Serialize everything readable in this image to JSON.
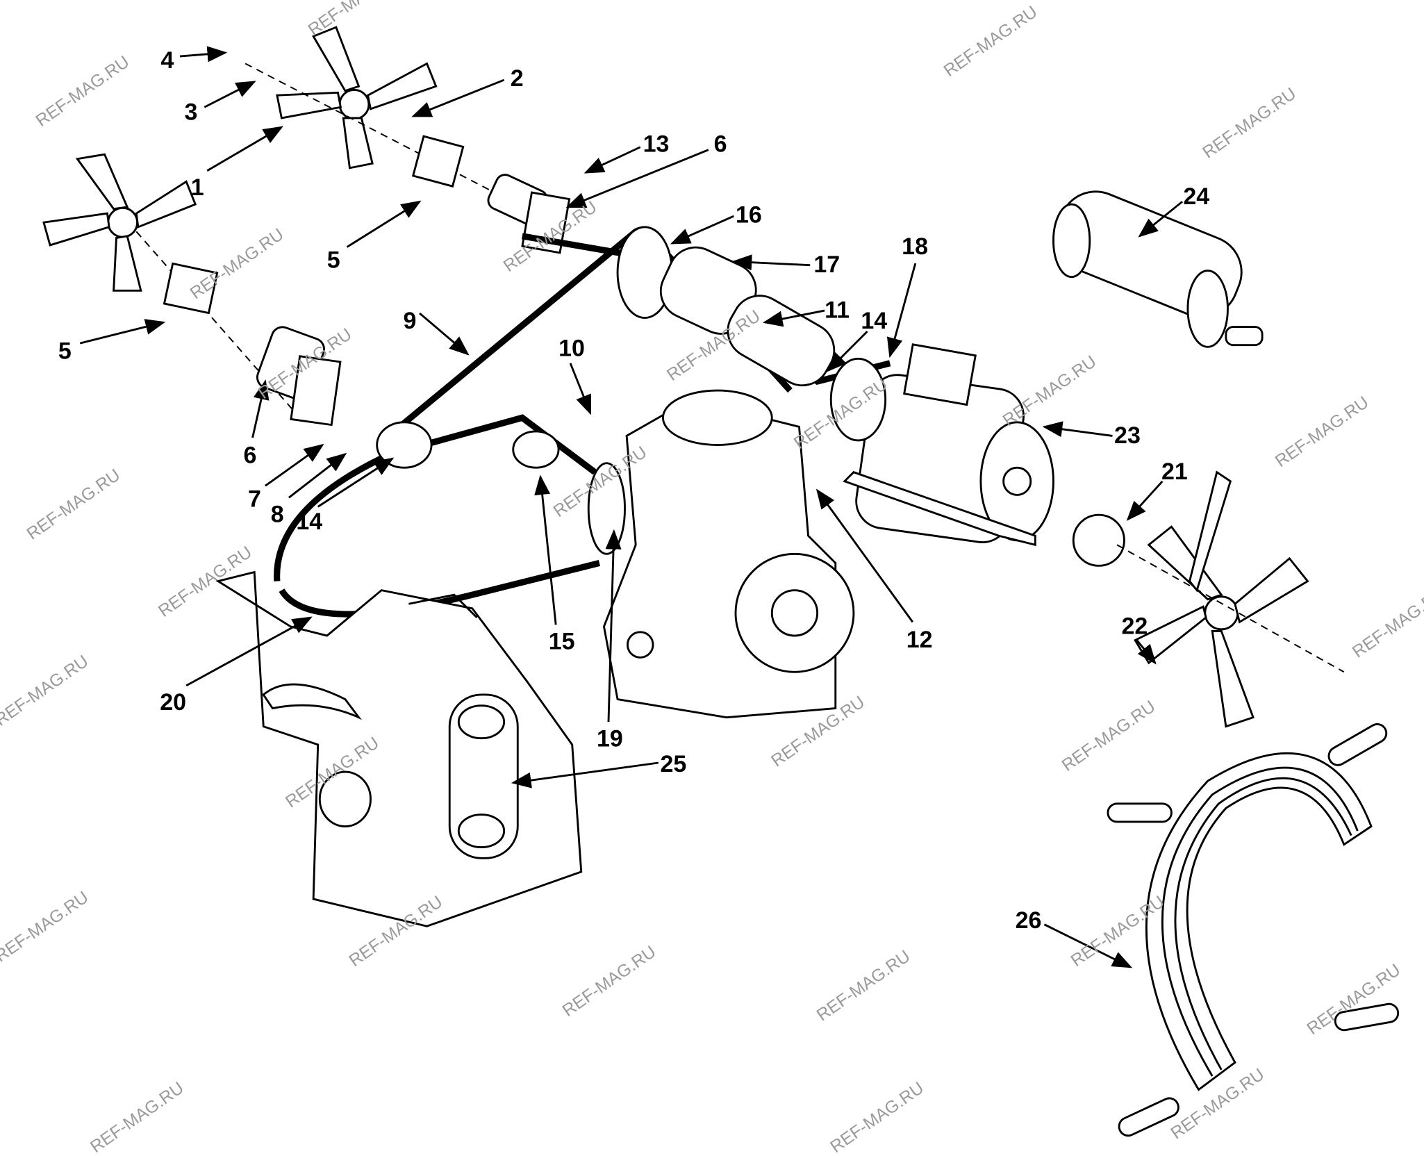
{
  "watermark": "REF-MAG.RU",
  "callouts": {
    "c4": "4",
    "c3": "3",
    "c2": "2",
    "c1": "1",
    "c13": "13",
    "c6a": "6",
    "c5a": "5",
    "c16": "16",
    "c17": "17",
    "c9": "9",
    "c11": "11",
    "c14a": "14",
    "c18": "18",
    "c24": "24",
    "c10": "10",
    "c5b": "5",
    "c6b": "6",
    "c23": "23",
    "c21": "21",
    "c7": "7",
    "c8": "8",
    "c14b": "14",
    "c15": "15",
    "c12": "12",
    "c22": "22",
    "c20": "20",
    "c19": "19",
    "c25": "25",
    "c26": "26"
  }
}
